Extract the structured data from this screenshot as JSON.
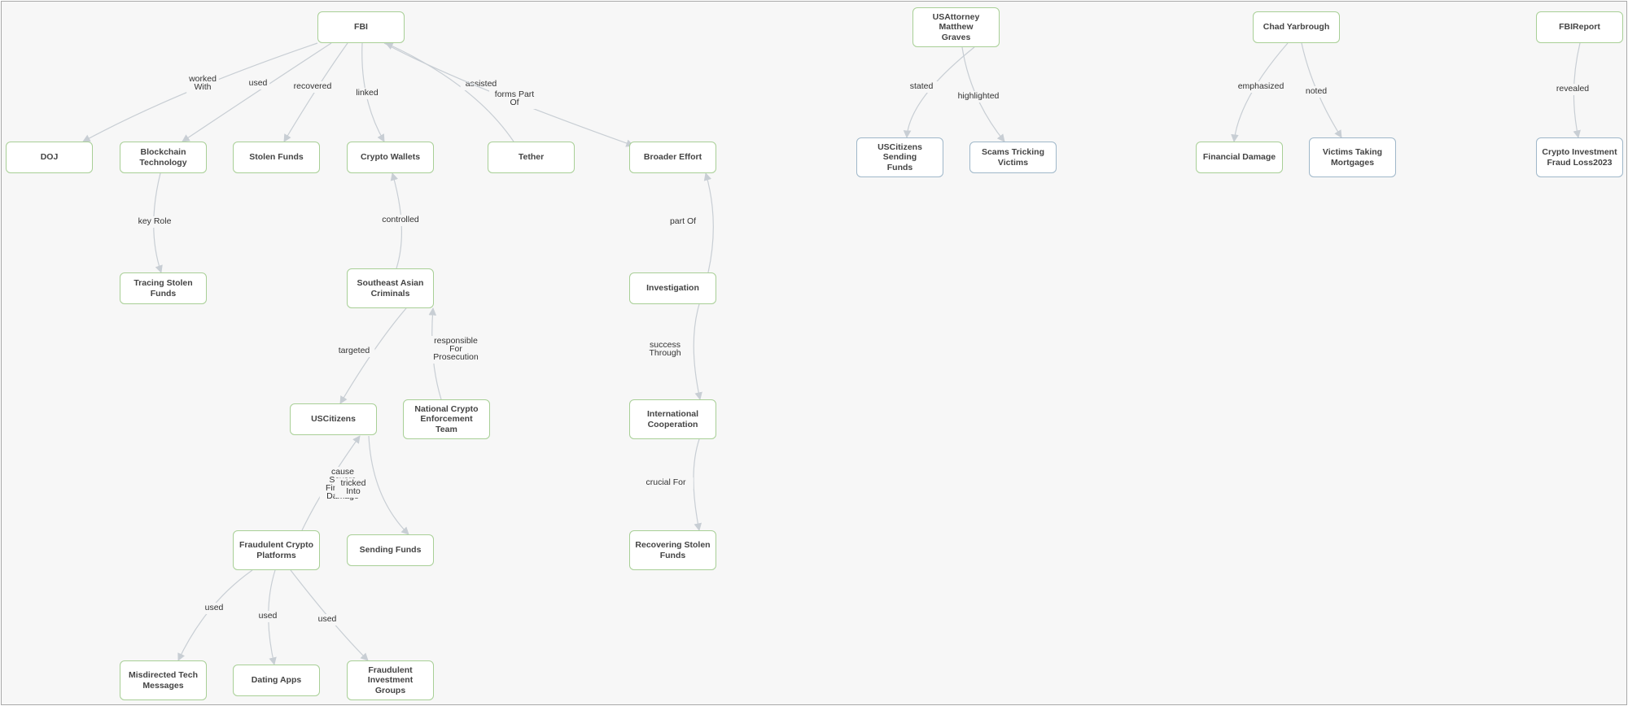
{
  "nodes": [
    {
      "id": "fbi",
      "label": "FBI",
      "border": "green"
    },
    {
      "id": "doj",
      "label": "DOJ",
      "border": "green"
    },
    {
      "id": "blockchain",
      "label": "Blockchain Technology",
      "border": "green"
    },
    {
      "id": "stolen_funds",
      "label": "Stolen Funds",
      "border": "green"
    },
    {
      "id": "crypto_wallets",
      "label": "Crypto Wallets",
      "border": "green"
    },
    {
      "id": "tether",
      "label": "Tether",
      "border": "green"
    },
    {
      "id": "broader_effort",
      "label": "Broader Effort",
      "border": "green"
    },
    {
      "id": "tracing",
      "label": "Tracing Stolen Funds",
      "border": "green"
    },
    {
      "id": "sea_criminals",
      "label": "Southeast Asian\nCriminals",
      "border": "green"
    },
    {
      "id": "investigation",
      "label": "Investigation",
      "border": "green"
    },
    {
      "id": "uscitizens",
      "label": "USCitizens",
      "border": "green"
    },
    {
      "id": "ncet",
      "label": "National Crypto\nEnforcement Team",
      "border": "green"
    },
    {
      "id": "intl_coop",
      "label": "International\nCooperation",
      "border": "green"
    },
    {
      "id": "fraud_platforms",
      "label": "Fraudulent Crypto\nPlatforms",
      "border": "green"
    },
    {
      "id": "sending_funds",
      "label": "Sending Funds",
      "border": "green"
    },
    {
      "id": "recovering",
      "label": "Recovering Stolen\nFunds",
      "border": "green"
    },
    {
      "id": "misdirected",
      "label": "Misdirected Tech\nMessages",
      "border": "green"
    },
    {
      "id": "dating_apps",
      "label": "Dating Apps",
      "border": "green"
    },
    {
      "id": "fraud_groups",
      "label": "Fraudulent Investment\nGroups",
      "border": "green"
    },
    {
      "id": "usattorney",
      "label": "USAttorney Matthew\nGraves",
      "border": "green"
    },
    {
      "id": "uscitizens_sending",
      "label": "USCitizens Sending\nFunds",
      "border": "blue"
    },
    {
      "id": "scams_tricking",
      "label": "Scams Tricking Victims",
      "border": "blue"
    },
    {
      "id": "chad",
      "label": "Chad Yarbrough",
      "border": "green"
    },
    {
      "id": "financial_damage",
      "label": "Financial Damage",
      "border": "green"
    },
    {
      "id": "victims_mortgages",
      "label": "Victims Taking\nMortgages",
      "border": "blue"
    },
    {
      "id": "fbireport",
      "label": "FBIReport",
      "border": "green"
    },
    {
      "id": "crypto_fraud_loss",
      "label": "Crypto Investment\nFraud Loss2023",
      "border": "blue"
    }
  ],
  "edges": [
    {
      "from": "fbi",
      "to": "doj",
      "label": "worked\nWith"
    },
    {
      "from": "fbi",
      "to": "blockchain",
      "label": "used"
    },
    {
      "from": "fbi",
      "to": "stolen_funds",
      "label": "recovered"
    },
    {
      "from": "fbi",
      "to": "crypto_wallets",
      "label": "linked"
    },
    {
      "from": "tether",
      "to": "fbi",
      "label": "assisted"
    },
    {
      "from": "fbi",
      "to": "broader_effort",
      "label": "forms Part\nOf"
    },
    {
      "from": "blockchain",
      "to": "tracing",
      "label": "key Role"
    },
    {
      "from": "sea_criminals",
      "to": "crypto_wallets",
      "label": "controlled"
    },
    {
      "from": "investigation",
      "to": "broader_effort",
      "label": "part Of"
    },
    {
      "from": "sea_criminals",
      "to": "uscitizens",
      "label": "targeted"
    },
    {
      "from": "ncet",
      "to": "sea_criminals",
      "label": "responsible\nFor\nProsecution"
    },
    {
      "from": "investigation",
      "to": "intl_coop",
      "label": "success\nThrough"
    },
    {
      "from": "fraud_platforms",
      "to": "uscitizens",
      "label": "cause\nSevere\nFinancial\nDamage"
    },
    {
      "from": "uscitizens",
      "to": "sending_funds",
      "label": "tricked\nInto"
    },
    {
      "from": "intl_coop",
      "to": "recovering",
      "label": "crucial For"
    },
    {
      "from": "fraud_platforms",
      "to": "misdirected",
      "label": "used"
    },
    {
      "from": "fraud_platforms",
      "to": "dating_apps",
      "label": "used"
    },
    {
      "from": "fraud_platforms",
      "to": "fraud_groups",
      "label": "used"
    },
    {
      "from": "usattorney",
      "to": "uscitizens_sending",
      "label": "stated"
    },
    {
      "from": "usattorney",
      "to": "scams_tricking",
      "label": "highlighted"
    },
    {
      "from": "chad",
      "to": "financial_damage",
      "label": "emphasized"
    },
    {
      "from": "chad",
      "to": "victims_mortgages",
      "label": "noted"
    },
    {
      "from": "fbireport",
      "to": "crypto_fraud_loss",
      "label": "revealed"
    }
  ],
  "colors": {
    "node_border_green": "#a8cf96",
    "node_border_blue": "#9fb7c9",
    "edge": "#c8ced4",
    "background": "#f7f7f7"
  }
}
